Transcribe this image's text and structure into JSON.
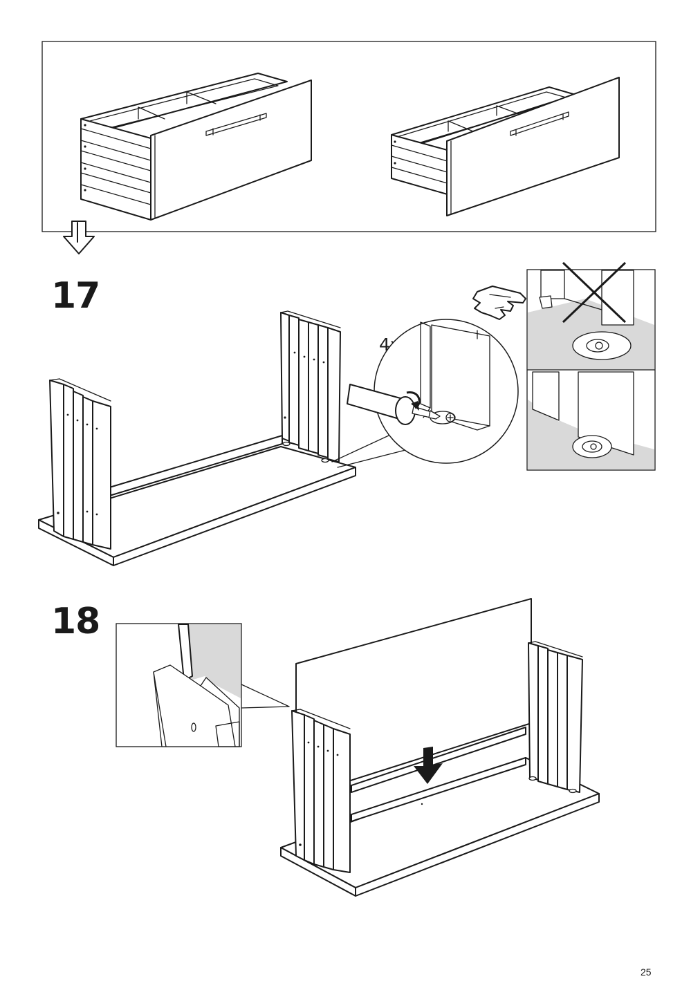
{
  "steps": [
    {
      "number": "17",
      "quantity": "4x"
    },
    {
      "number": "18"
    }
  ],
  "page_number": "25",
  "icons": [
    "continue-arrow-icon",
    "pointing-hand-icon",
    "wrong-cross-icon",
    "rotate-arrow-icon",
    "push-down-arrow-icon"
  ]
}
